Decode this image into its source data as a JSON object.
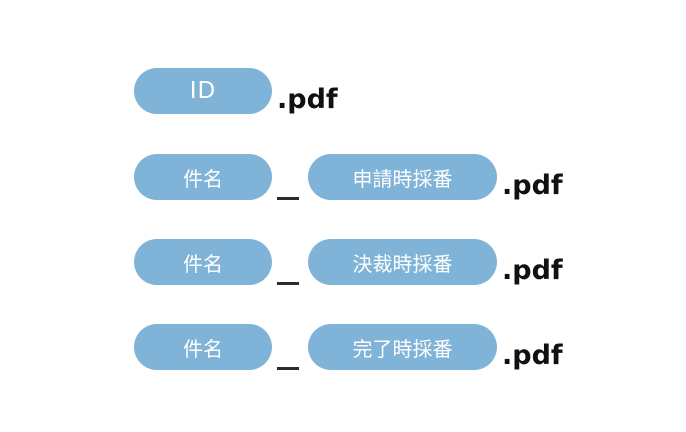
{
  "diagram": {
    "description": "pdf-file-naming-patterns",
    "colors": {
      "background": "#FFFFFF",
      "pill": "#7FB3D7",
      "pill_text": "#FFFFFF",
      "separator": "#2B2B2B",
      "suffix_text": "#111111"
    },
    "rows": [
      {
        "pill1": "ID",
        "suffix": ".pdf"
      },
      {
        "pill1": "件名",
        "separator": "_",
        "pill2": "申請時採番",
        "suffix": ".pdf"
      },
      {
        "pill1": "件名",
        "separator": "_",
        "pill2": "決裁時採番",
        "suffix": ".pdf"
      },
      {
        "pill1": "件名",
        "separator": "_",
        "pill2": "完了時採番",
        "suffix": ".pdf"
      }
    ]
  }
}
